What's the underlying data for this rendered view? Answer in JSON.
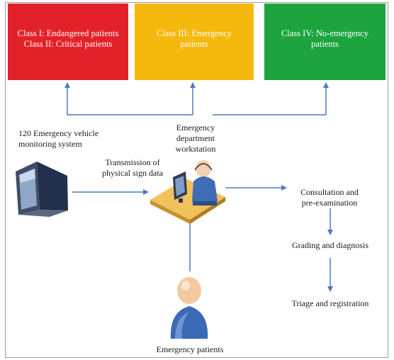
{
  "classes": {
    "class_1_2": "Class I: Endangered patients\nClass II: Critical patients",
    "class_3": "Class III: Emergency\npatients",
    "class_4": "Class IV: No-emergency\npatients"
  },
  "labels": {
    "vehicle_system": "120 Emergency vehicle\nmonitoring system",
    "workstation": "Emergency\ndepartment\nworkstation",
    "transmission": "Transmission of\nphysical sign data",
    "consultation": "Consultation and\npre-examination",
    "grading": "Grading and diagnosis",
    "triage": "Triage and registration",
    "patients": "Emergency patients"
  },
  "colors": {
    "red": "#e32129",
    "yellow": "#f5b80c",
    "green": "#1ea43f",
    "arrow": "#4a7cc4"
  },
  "icons": [
    "monitor-icon",
    "workstation-icon",
    "patient-icon"
  ]
}
